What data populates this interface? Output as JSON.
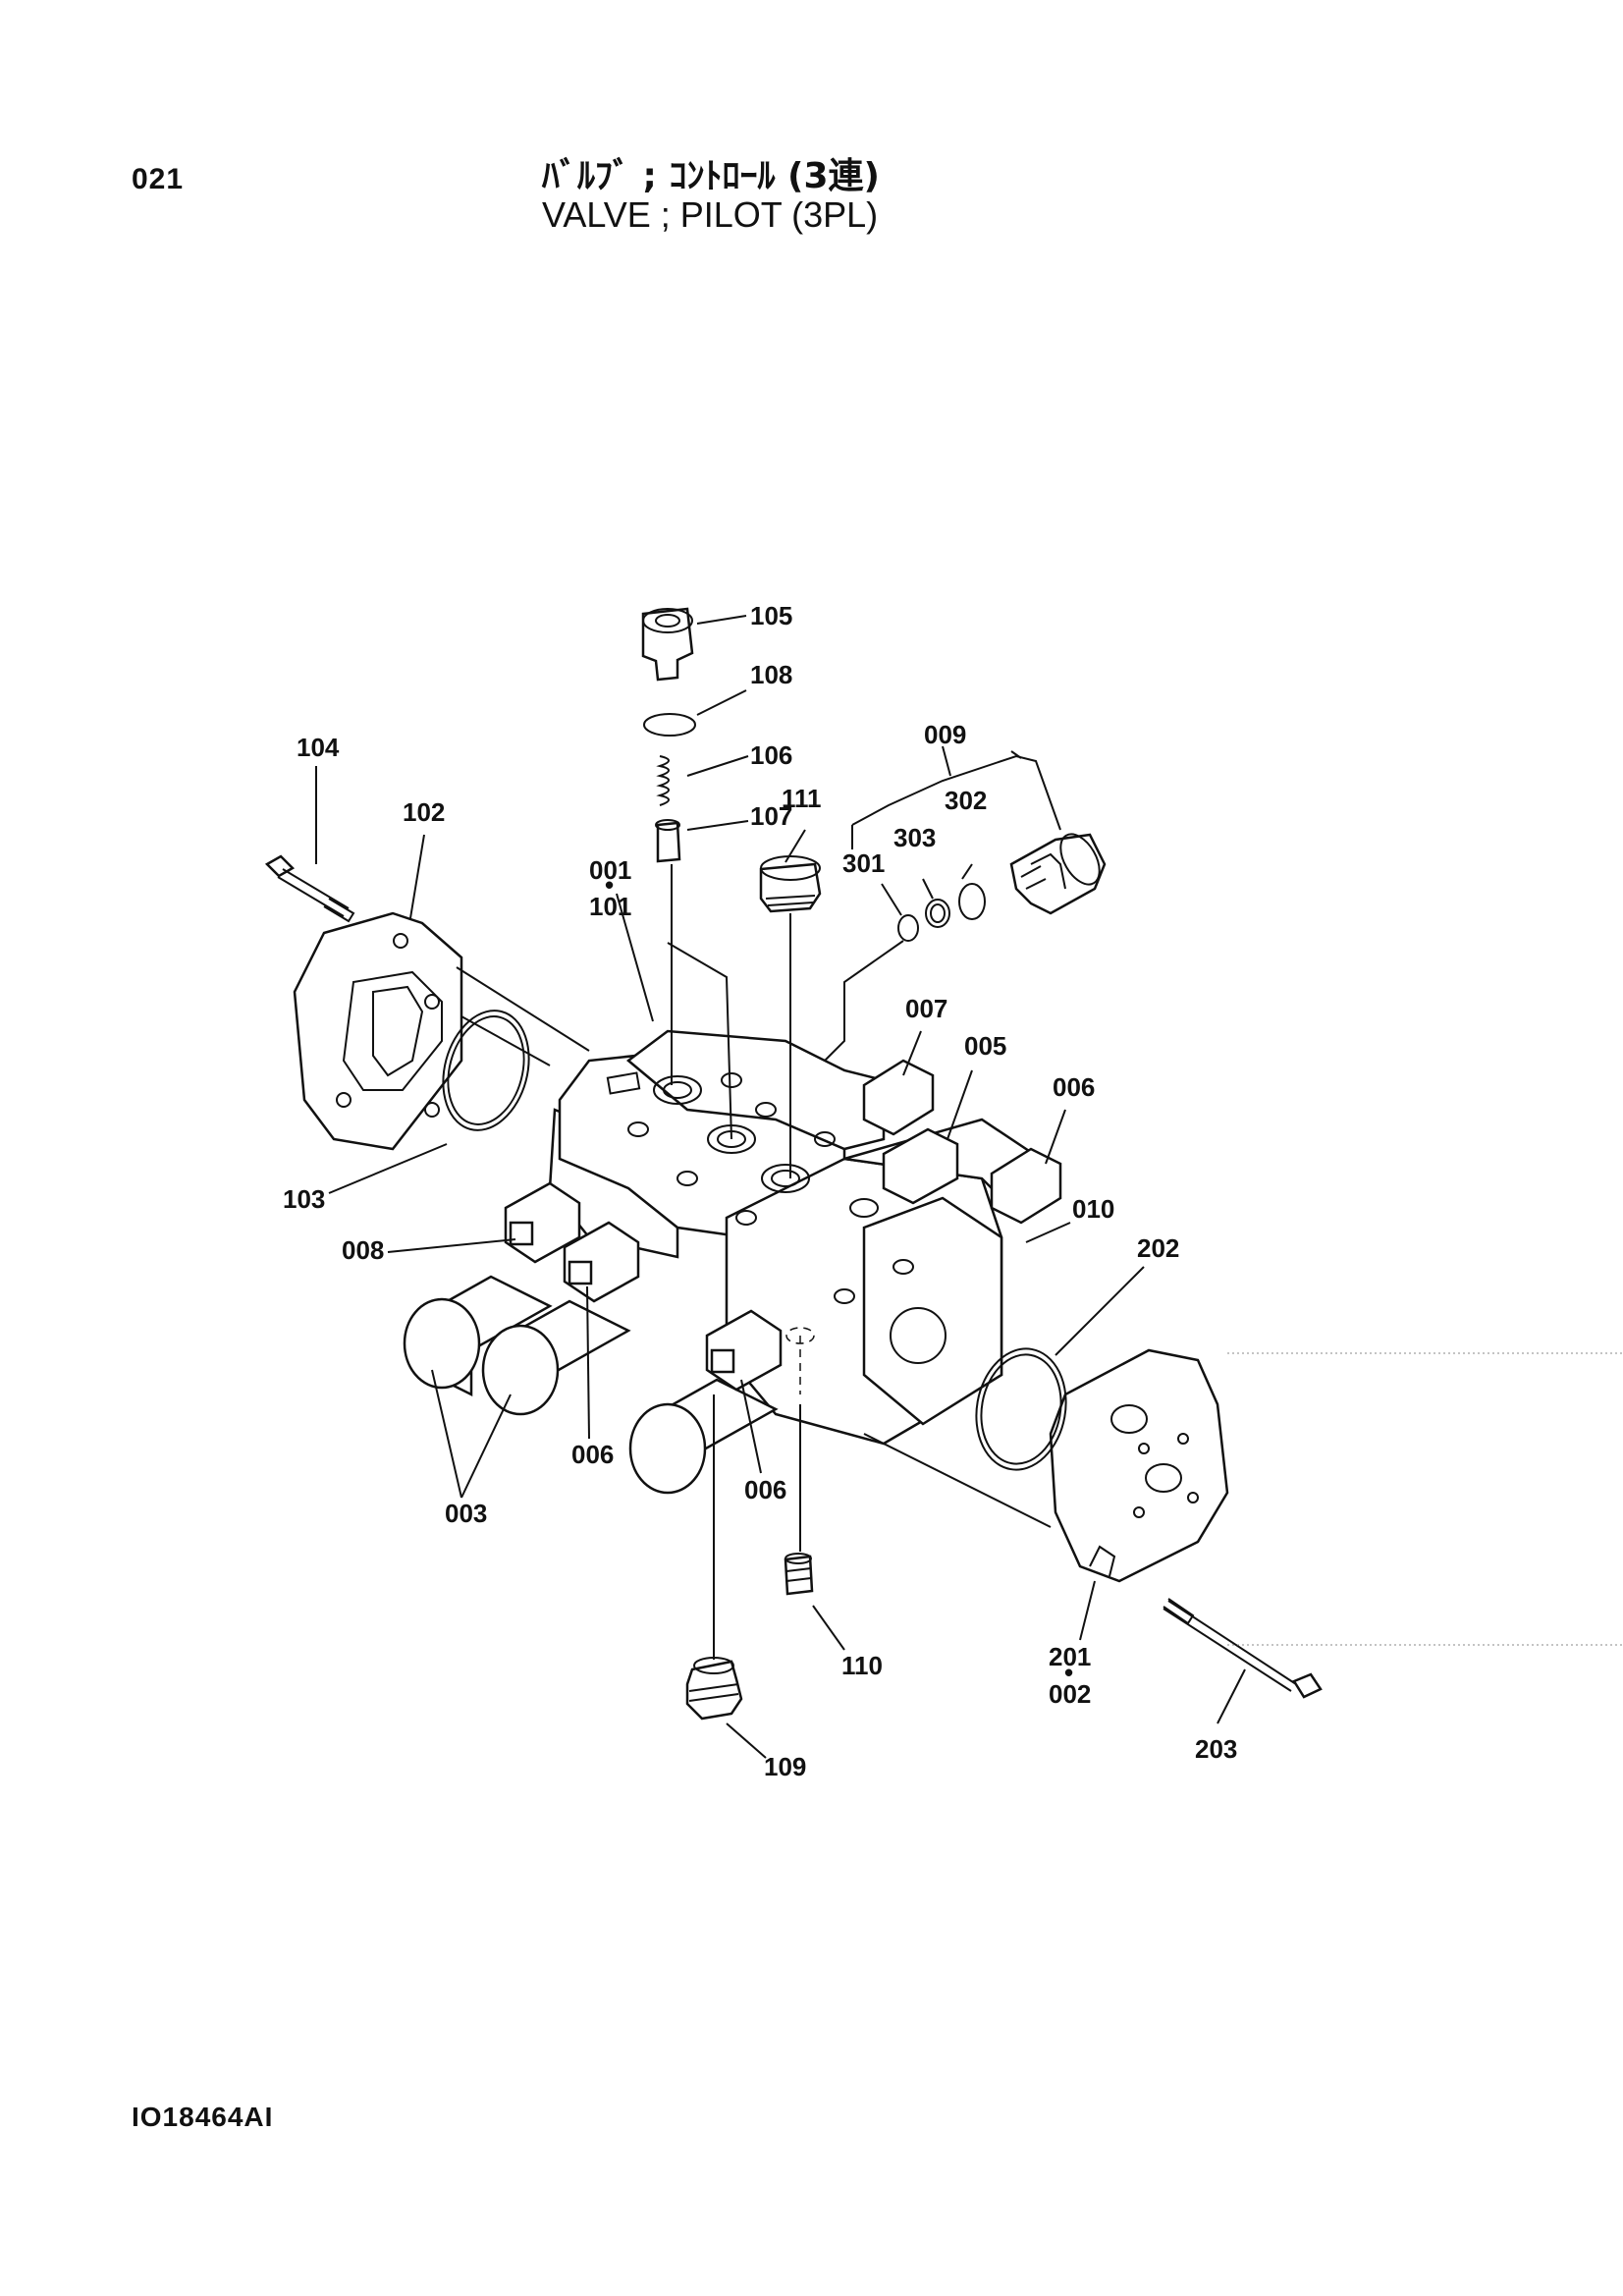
{
  "page": {
    "number": "021",
    "title_jp": "ﾊﾞﾙﾌﾞ ; ｺﾝﾄﾛｰﾙ (3連)",
    "title_en": "VALVE ; PILOT (3PL)",
    "drawing_code": "IO18464AI"
  },
  "labels": {
    "p105": "105",
    "p108": "108",
    "p106": "106",
    "p107": "107",
    "p111": "111",
    "p009": "009",
    "p302": "302",
    "p303": "303",
    "p301": "301",
    "p104": "104",
    "p102": "102",
    "p001": "001",
    "p101": "101",
    "p007": "007",
    "p005": "005",
    "p006a": "006",
    "p010": "010",
    "p202": "202",
    "p103": "103",
    "p008": "008",
    "p006b": "006",
    "p006c": "006",
    "p003": "003",
    "p110": "110",
    "p109": "109",
    "p201": "201",
    "p002": "002",
    "p203": "203"
  }
}
